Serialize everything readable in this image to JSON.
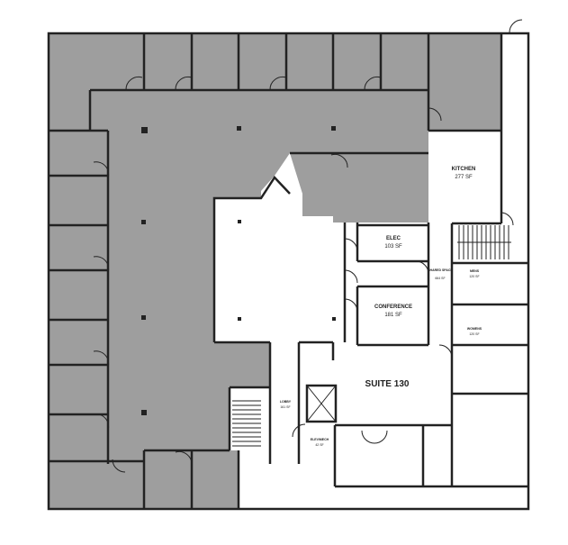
{
  "plan": {
    "colors": {
      "leased_area": "#9e9e9e",
      "walls": "#222222",
      "background": "#ffffff"
    },
    "rooms": [
      {
        "id": "kitchen",
        "name": "KITCHEN",
        "area": "277 SF"
      },
      {
        "id": "elec",
        "name": "ELEC",
        "area": "103 SF"
      },
      {
        "id": "shared",
        "name": "SHARED SPACE",
        "area": "664 SF"
      },
      {
        "id": "mens",
        "name": "MENS",
        "area": "120 SF"
      },
      {
        "id": "womens",
        "name": "WOMENS",
        "area": "120 SF"
      },
      {
        "id": "conference",
        "name": "CONFERENCE",
        "area": "181 SF"
      },
      {
        "id": "suite",
        "name": "SUITE 130",
        "area": ""
      },
      {
        "id": "lobby",
        "name": "LOBBY",
        "area": "161 SF"
      },
      {
        "id": "elevmech",
        "name": "ELEV/MECH",
        "area": "42 SF"
      }
    ]
  }
}
